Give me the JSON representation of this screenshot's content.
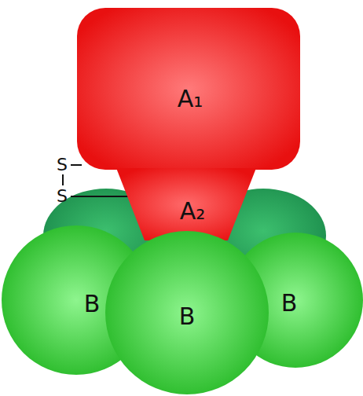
{
  "diagram": {
    "nodes": [
      {
        "text": [
          "A₁"
        ]
      },
      {
        "text": [
          "A₂"
        ]
      },
      {
        "text": [
          "B"
        ]
      },
      {
        "text": [
          "B"
        ]
      },
      {
        "text": [
          "B"
        ]
      }
    ],
    "labels": [
      "S",
      "S"
    ]
  }
}
